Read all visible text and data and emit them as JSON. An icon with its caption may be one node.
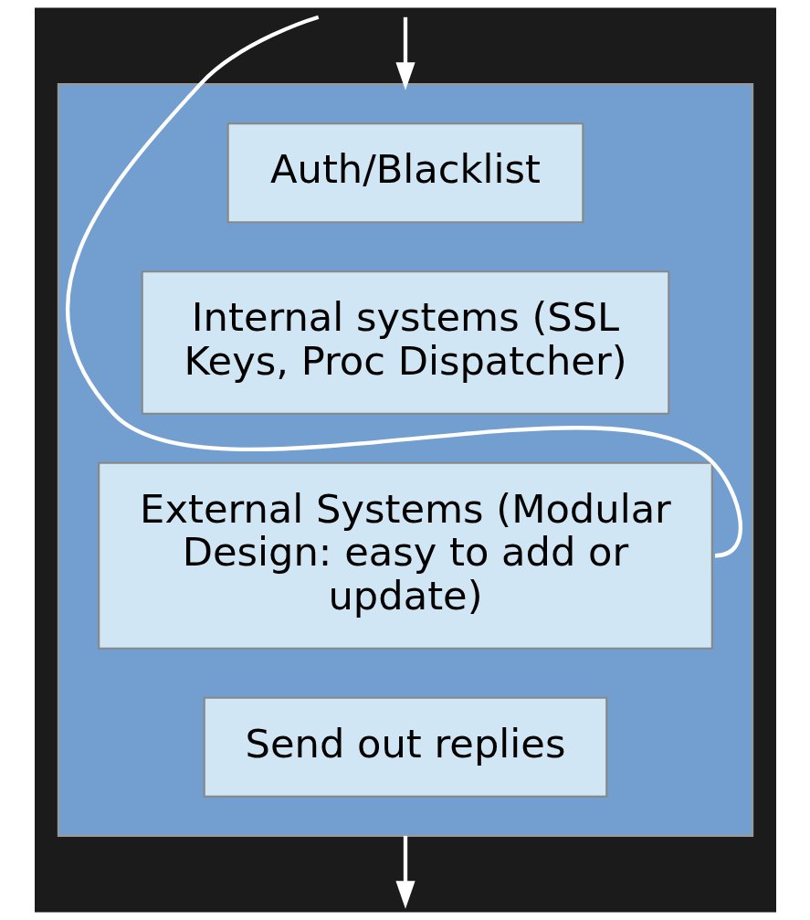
{
  "diagram": {
    "nodes": [
      {
        "text": [],
        "shape": "box"
      },
      {
        "text": [
          "Auth/Blacklist"
        ],
        "in": 0
      },
      {
        "text": [
          "Internal systems (SSL Keys, Proc Dispatcher)"
        ],
        "in": 0
      },
      {
        "text": [
          "External Systems (Modular Design: easy to add or update)"
        ],
        "in": 0
      },
      {
        "text": [
          "Send out replies"
        ],
        "in": 0
      }
    ],
    "edges": [
      {
        "from": null,
        "to": 0,
        "arrow": "to"
      },
      {
        "from": 0,
        "to": null,
        "arrow": "to"
      },
      {
        "from": null,
        "to": 3,
        "arrow": "none"
      }
    ]
  }
}
